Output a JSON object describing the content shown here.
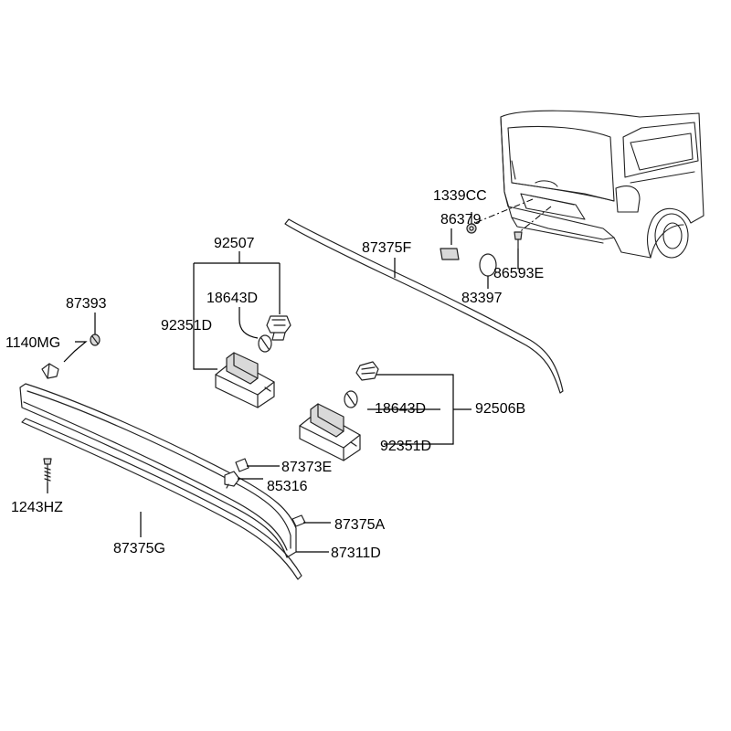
{
  "labels": {
    "p1339cc": "1339CC",
    "p86379": "86379",
    "p87375f": "87375F",
    "p92507": "92507",
    "p86593e": "86593E",
    "p83397": "83397",
    "p18643d_top": "18643D",
    "p87393": "87393",
    "p92351d_top": "92351D",
    "p1140mg": "1140MG",
    "p18643d_right": "18643D",
    "p92506b": "92506B",
    "p92351d_right": "92351D",
    "p87373e": "87373E",
    "p85316": "85316",
    "p1243hz": "1243HZ",
    "p87375a": "87375A",
    "p87375g": "87375G",
    "p87311d": "87311D"
  }
}
